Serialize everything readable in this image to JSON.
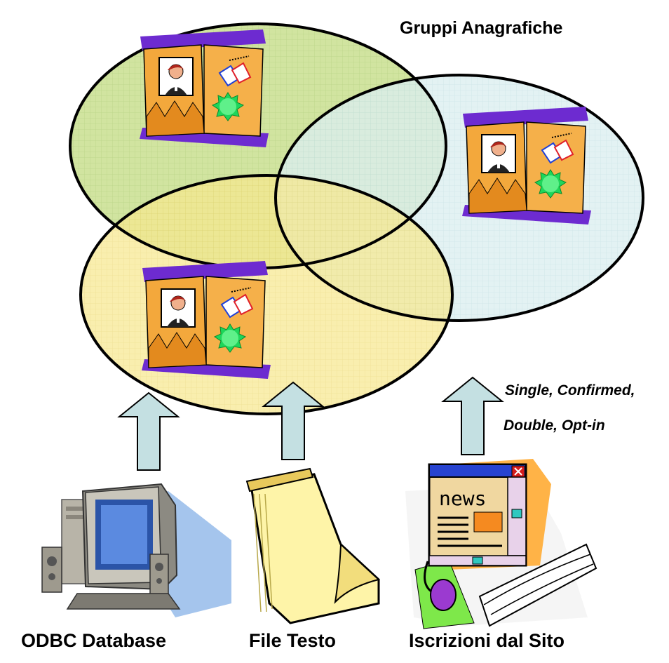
{
  "title": "Gruppi Anagrafiche",
  "groups": [
    {
      "name": "group-green",
      "color": "#cde29a"
    },
    {
      "name": "group-blue",
      "color": "#d8ecec"
    },
    {
      "name": "group-yellow",
      "color": "#f6e58c"
    }
  ],
  "subscription_note": {
    "line1": "Single, Confirmed,",
    "line2": "Double, Opt-in"
  },
  "sources": [
    {
      "label": "ODBC Database",
      "icon": "computer-icon"
    },
    {
      "label": "File Testo",
      "icon": "notepad-icon"
    },
    {
      "label": "Iscrizioni dal Sito",
      "icon": "news-website-icon"
    }
  ],
  "icons": {
    "contact_book": "address-book-icon",
    "arrow": "up-arrow-icon"
  },
  "colors": {
    "arrow_fill": "#c4e0e2",
    "outline": "#000000",
    "book": "#f2a93b"
  }
}
